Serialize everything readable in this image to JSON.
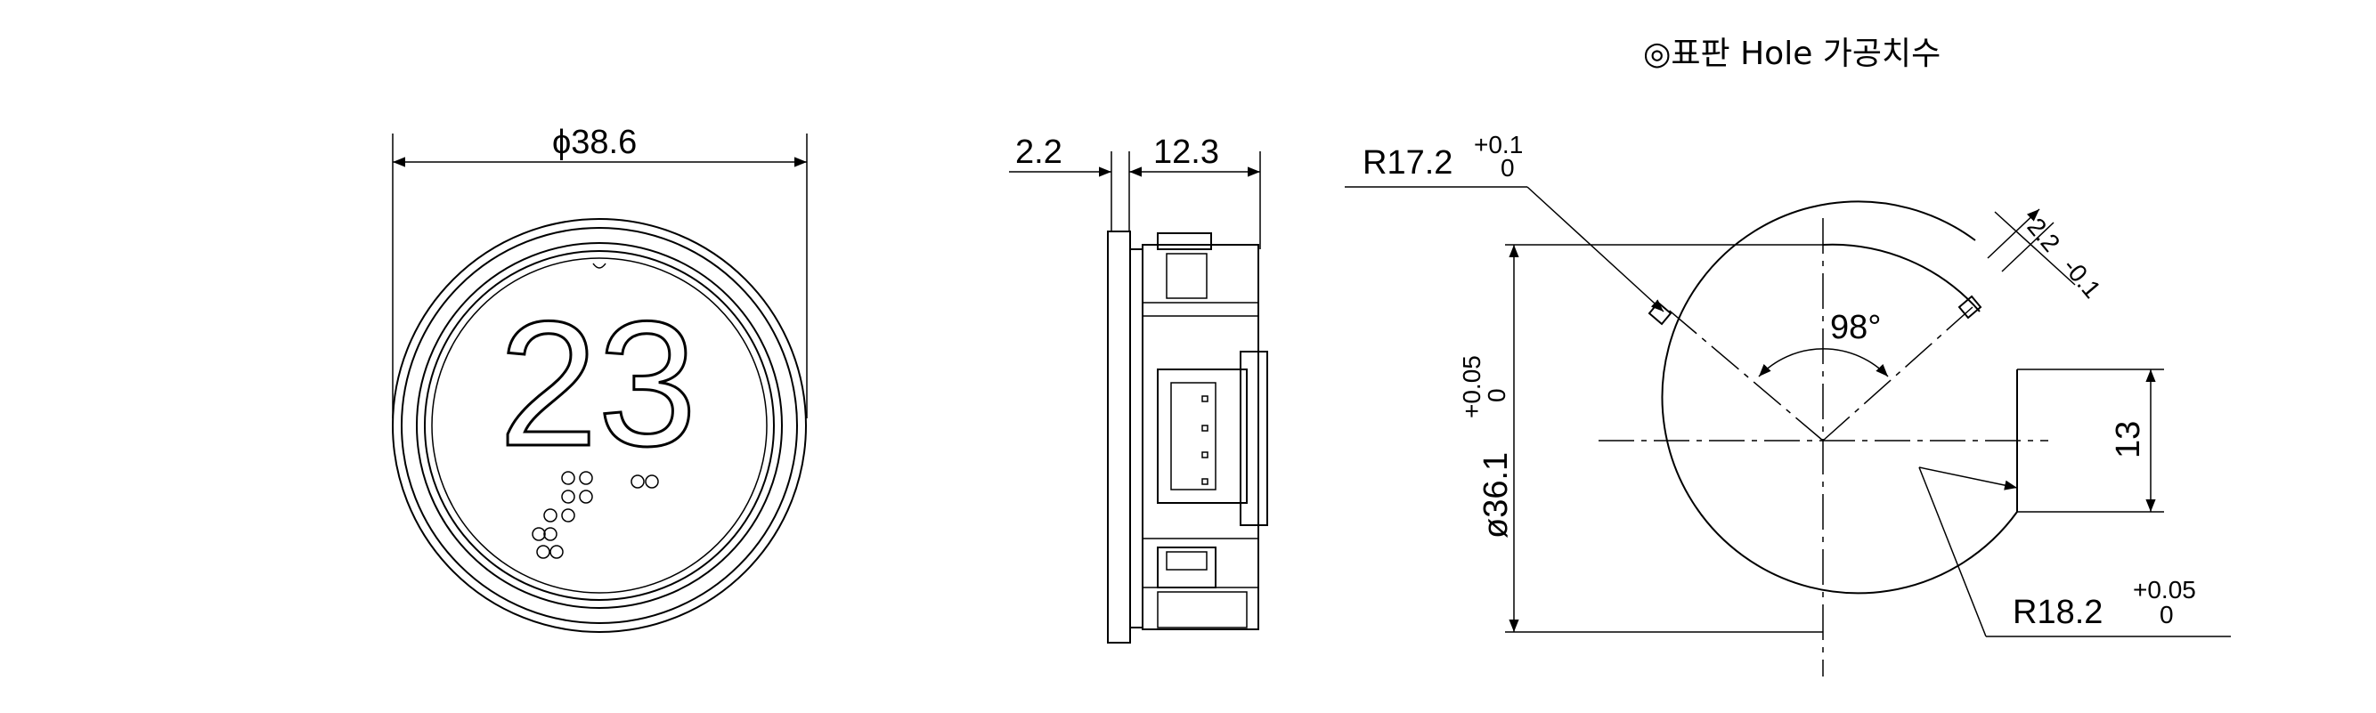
{
  "title": "◎표판 Hole 가공치수",
  "front_view": {
    "diameter_label": "ϕ38.6",
    "button_number": "23"
  },
  "side_view": {
    "dim_left": "2.2",
    "dim_right": "12.3"
  },
  "hole_view": {
    "r1_label": "R17.2",
    "r1_tol_upper": "+0.1",
    "r1_tol_lower": "0",
    "r2_label": "R18.2",
    "r2_tol_upper": "+0.05",
    "r2_tol_lower": "0",
    "diameter_label": "ø36.1",
    "diameter_tol_upper": "+0.05",
    "diameter_tol_lower": "0",
    "angle_label": "98°",
    "flat_label": "13",
    "slot_label": "2.2",
    "slot_tol": "-0.1"
  }
}
